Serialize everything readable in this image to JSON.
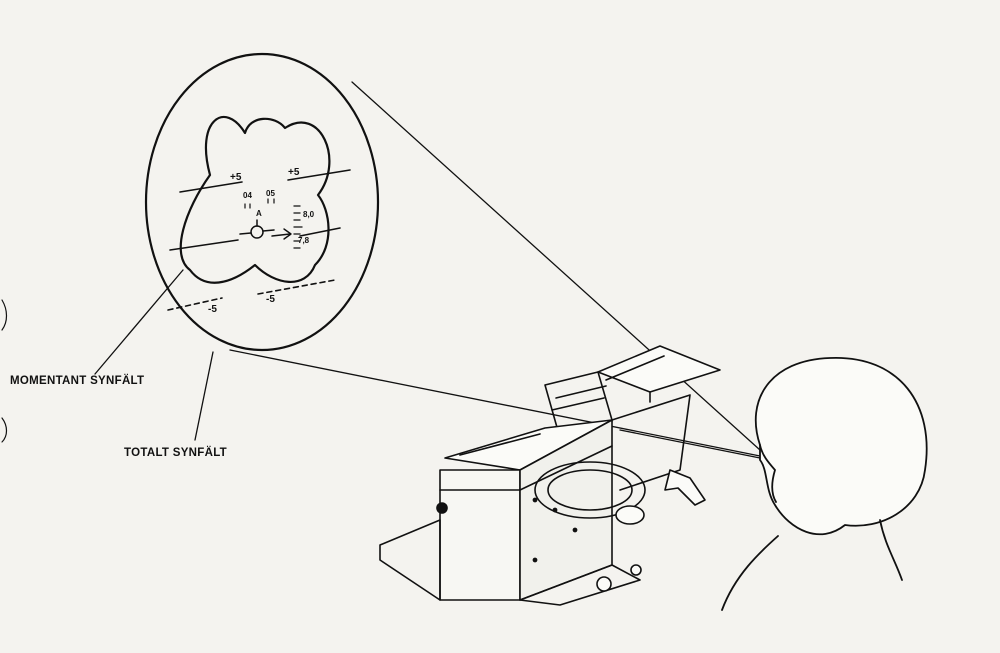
{
  "labels": {
    "instantaneous_fov": "MOMENTANT SYNFÄLT",
    "total_fov": "TOTALT SYNFÄLT"
  },
  "hud": {
    "pitch_left_upper": "+5",
    "pitch_right_upper": "+5",
    "pitch_left_lower": "-5",
    "pitch_right_lower": "-5",
    "value_a": "04",
    "value_b": "05",
    "marker_letter": "A",
    "scale_upper": "8,0",
    "scale_lower": "7,8"
  },
  "colors": {
    "ink": "#111111",
    "paper": "#f4f3ef"
  }
}
